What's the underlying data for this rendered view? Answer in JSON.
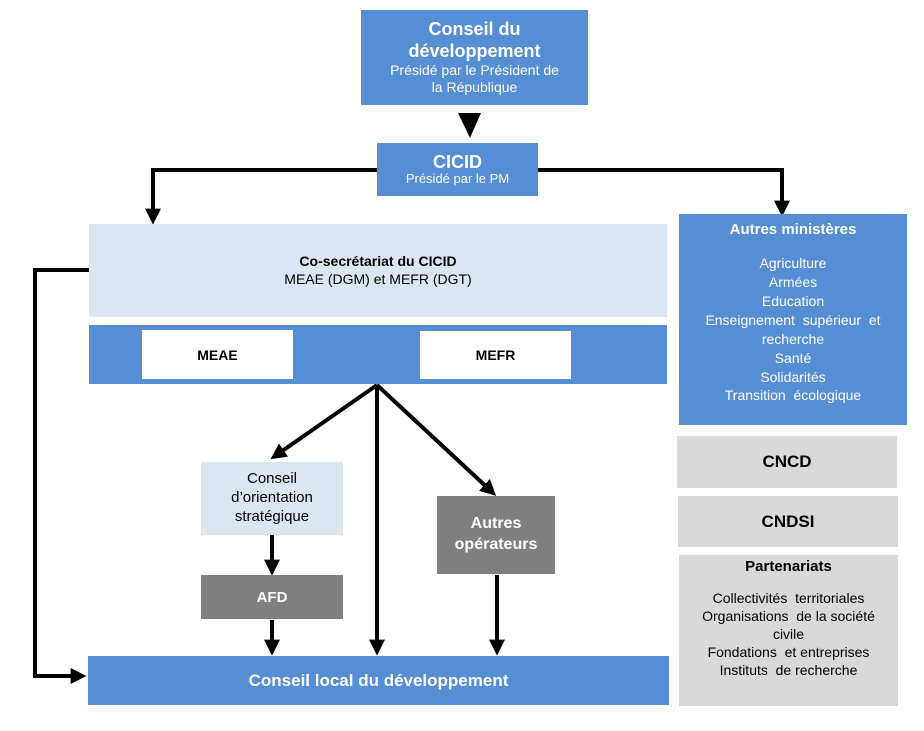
{
  "colors": {
    "primary_blue": "#558ed5",
    "light_blue": "#dce6f2",
    "dark_grey": "#7f7f7f",
    "light_grey": "#d9d9d9",
    "arrow": "#000000"
  },
  "conseil_developpement": {
    "title_line1": "Conseil du",
    "title_line2": "développement",
    "subtitle_line1": "Présidé par le Président de",
    "subtitle_line2": "la République"
  },
  "cicid": {
    "title": "CICID",
    "subtitle": "Présidé par le PM"
  },
  "co_secretariat": {
    "title": "Co-secrétariat du CICID",
    "subtitle": "MEAE (DGM) et MEFR (DGT)"
  },
  "ministries_bar": {
    "meae": "MEAE",
    "mefr": "MEFR"
  },
  "conseil_orientation": {
    "line1": "Conseil",
    "line2": "d’orientation",
    "line3": "stratégique"
  },
  "afd": {
    "label": "AFD"
  },
  "autres_operateurs": {
    "line1": "Autres",
    "line2": "opérateurs"
  },
  "conseil_local": {
    "label": "Conseil local du développement"
  },
  "autres_ministeres": {
    "title": "Autres ministères",
    "items": [
      "Agriculture",
      "Armées",
      "Education",
      "Enseignement  supérieur  et",
      "recherche",
      "Santé",
      "Solidarités",
      "Transition  écologique"
    ]
  },
  "cncd": {
    "label": "CNCD"
  },
  "cndsi": {
    "label": "CNDSI"
  },
  "partenariats": {
    "title": "Partenariats",
    "items": [
      "Collectivités  territoriales",
      "Organisations  de la société",
      "civile",
      "Fondations  et entreprises",
      "Instituts  de recherche"
    ]
  }
}
